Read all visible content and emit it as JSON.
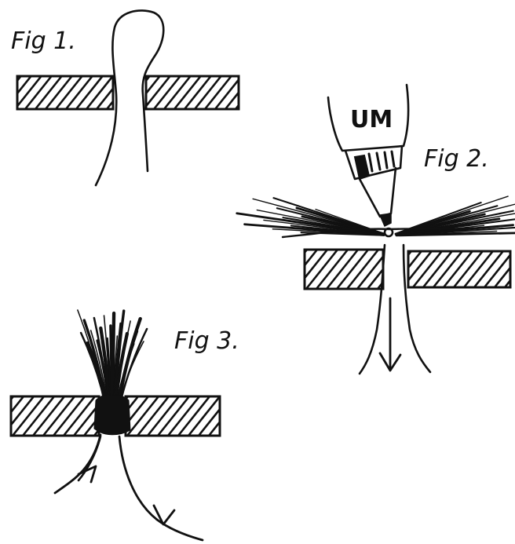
{
  "figures": [
    {
      "label": "Fig 1."
    },
    {
      "label": "Fig 2.",
      "tool_label": "UM"
    },
    {
      "label": "Fig 3."
    }
  ]
}
